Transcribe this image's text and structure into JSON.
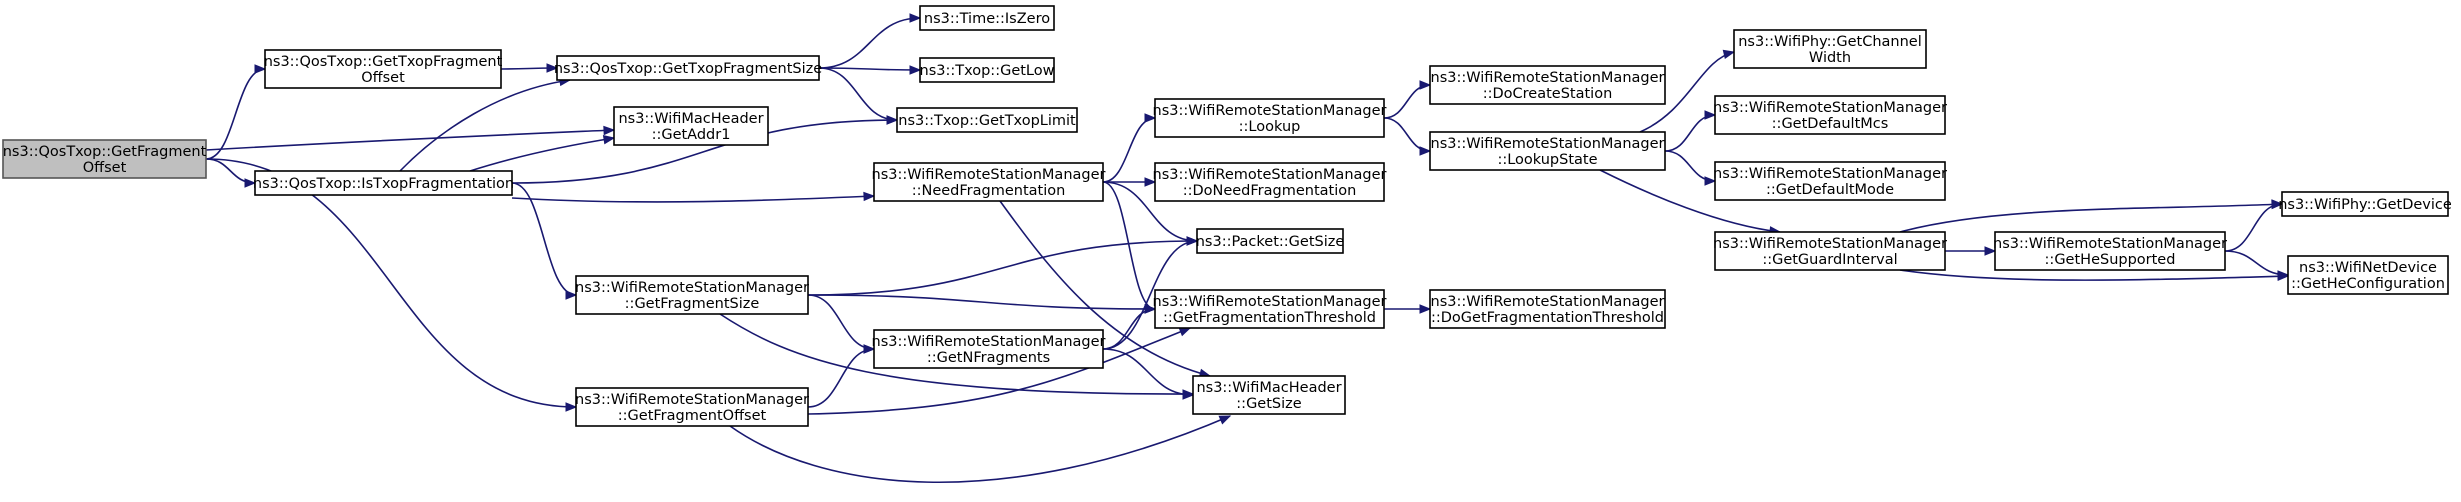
{
  "graph": {
    "edge_color": "#191970",
    "root_fill": "#bfbfbf",
    "nodes": [
      {
        "id": "root",
        "lines": [
          "ns3::QosTxop::GetFragment",
          "Offset"
        ]
      },
      {
        "id": "getTxopFragmentOffset",
        "lines": [
          "ns3::QosTxop::GetTxopFragment",
          "Offset"
        ]
      },
      {
        "id": "isTxopFragmentation",
        "lines": [
          "ns3::QosTxop::IsTxopFragmentation"
        ]
      },
      {
        "id": "wrsmGetFragmentSize",
        "lines": [
          "ns3::WifiRemoteStationManager",
          "::GetFragmentSize"
        ]
      },
      {
        "id": "wrsmGetFragmentOffset",
        "lines": [
          "ns3::WifiRemoteStationManager",
          "::GetFragmentOffset"
        ]
      },
      {
        "id": "getTxopFragmentSize",
        "lines": [
          "ns3::QosTxop::GetTxopFragmentSize"
        ]
      },
      {
        "id": "getAddr1",
        "lines": [
          "ns3::WifiMacHeader",
          "::GetAddr1"
        ]
      },
      {
        "id": "isZero",
        "lines": [
          "ns3::Time::IsZero"
        ]
      },
      {
        "id": "getLow",
        "lines": [
          "ns3::Txop::GetLow"
        ]
      },
      {
        "id": "getTxopLimit",
        "lines": [
          "ns3::Txop::GetTxopLimit"
        ]
      },
      {
        "id": "needFragmentation",
        "lines": [
          "ns3::WifiRemoteStationManager",
          "::NeedFragmentation"
        ]
      },
      {
        "id": "getNFragments",
        "lines": [
          "ns3::WifiRemoteStationManager",
          "::GetNFragments"
        ]
      },
      {
        "id": "lookup",
        "lines": [
          "ns3::WifiRemoteStationManager",
          "::Lookup"
        ]
      },
      {
        "id": "doNeedFragmentation",
        "lines": [
          "ns3::WifiRemoteStationManager",
          "::DoNeedFragmentation"
        ]
      },
      {
        "id": "packetGetSize",
        "lines": [
          "ns3::Packet::GetSize"
        ]
      },
      {
        "id": "getFragmentationThreshold",
        "lines": [
          "ns3::WifiRemoteStationManager",
          "::GetFragmentationThreshold"
        ]
      },
      {
        "id": "macHeaderGetSize",
        "lines": [
          "ns3::WifiMacHeader",
          "::GetSize"
        ]
      },
      {
        "id": "doCreateStation",
        "lines": [
          "ns3::WifiRemoteStationManager",
          "::DoCreateStation"
        ]
      },
      {
        "id": "lookupState",
        "lines": [
          "ns3::WifiRemoteStationManager",
          "::LookupState"
        ]
      },
      {
        "id": "doGetFragmentationThreshold",
        "lines": [
          "ns3::WifiRemoteStationManager",
          "::DoGetFragmentationThreshold"
        ]
      },
      {
        "id": "getChannelWidth",
        "lines": [
          "ns3::WifiPhy::GetChannel",
          "Width"
        ]
      },
      {
        "id": "getDefaultMcs",
        "lines": [
          "ns3::WifiRemoteStationManager",
          "::GetDefaultMcs"
        ]
      },
      {
        "id": "getDefaultMode",
        "lines": [
          "ns3::WifiRemoteStationManager",
          "::GetDefaultMode"
        ]
      },
      {
        "id": "getGuardInterval",
        "lines": [
          "ns3::WifiRemoteStationManager",
          "::GetGuardInterval"
        ]
      },
      {
        "id": "getHeSupported",
        "lines": [
          "ns3::WifiRemoteStationManager",
          "::GetHeSupported"
        ]
      },
      {
        "id": "getDevice",
        "lines": [
          "ns3::WifiPhy::GetDevice"
        ]
      },
      {
        "id": "getHeConfiguration",
        "lines": [
          "ns3::WifiNetDevice",
          "::GetHeConfiguration"
        ]
      }
    ],
    "edges": [
      [
        "root",
        "getTxopFragmentOffset"
      ],
      [
        "root",
        "getAddr1"
      ],
      [
        "root",
        "isTxopFragmentation"
      ],
      [
        "root",
        "wrsmGetFragmentOffset"
      ],
      [
        "getTxopFragmentOffset",
        "getTxopFragmentSize"
      ],
      [
        "getTxopFragmentSize",
        "isZero"
      ],
      [
        "getTxopFragmentSize",
        "getLow"
      ],
      [
        "getTxopFragmentSize",
        "getTxopLimit"
      ],
      [
        "isTxopFragmentation",
        "getTxopFragmentSize"
      ],
      [
        "isTxopFragmentation",
        "getAddr1"
      ],
      [
        "isTxopFragmentation",
        "getTxopLimit"
      ],
      [
        "isTxopFragmentation",
        "needFragmentation"
      ],
      [
        "isTxopFragmentation",
        "wrsmGetFragmentSize"
      ],
      [
        "needFragmentation",
        "lookup"
      ],
      [
        "needFragmentation",
        "doNeedFragmentation"
      ],
      [
        "needFragmentation",
        "packetGetSize"
      ],
      [
        "needFragmentation",
        "getFragmentationThreshold"
      ],
      [
        "needFragmentation",
        "macHeaderGetSize"
      ],
      [
        "lookup",
        "doCreateStation"
      ],
      [
        "lookup",
        "lookupState"
      ],
      [
        "lookupState",
        "getChannelWidth"
      ],
      [
        "lookupState",
        "getDefaultMcs"
      ],
      [
        "lookupState",
        "getDefaultMode"
      ],
      [
        "lookupState",
        "getGuardInterval"
      ],
      [
        "getGuardInterval",
        "getDevice"
      ],
      [
        "getGuardInterval",
        "getHeSupported"
      ],
      [
        "getGuardInterval",
        "getHeConfiguration"
      ],
      [
        "getHeSupported",
        "getDevice"
      ],
      [
        "getHeSupported",
        "getHeConfiguration"
      ],
      [
        "wrsmGetFragmentSize",
        "packetGetSize"
      ],
      [
        "wrsmGetFragmentSize",
        "getFragmentationThreshold"
      ],
      [
        "wrsmGetFragmentSize",
        "getNFragments"
      ],
      [
        "wrsmGetFragmentSize",
        "macHeaderGetSize"
      ],
      [
        "getNFragments",
        "packetGetSize"
      ],
      [
        "getNFragments",
        "getFragmentationThreshold"
      ],
      [
        "getNFragments",
        "macHeaderGetSize"
      ],
      [
        "getFragmentationThreshold",
        "doGetFragmentationThreshold"
      ],
      [
        "wrsmGetFragmentOffset",
        "getNFragments"
      ],
      [
        "wrsmGetFragmentOffset",
        "getFragmentationThreshold"
      ],
      [
        "wrsmGetFragmentOffset",
        "macHeaderGetSize"
      ]
    ]
  }
}
